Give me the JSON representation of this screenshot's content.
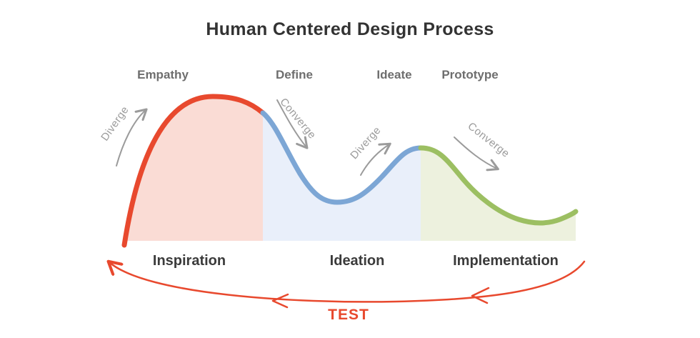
{
  "title": "Human Centered Design Process",
  "phases": [
    {
      "label": "Empathy"
    },
    {
      "label": "Define"
    },
    {
      "label": "Ideate"
    },
    {
      "label": "Prototype"
    }
  ],
  "stages": [
    {
      "label": "Inspiration"
    },
    {
      "label": "Ideation"
    },
    {
      "label": "Implementation"
    }
  ],
  "annotations": [
    {
      "label": "Diverge"
    },
    {
      "label": "Converge"
    },
    {
      "label": "Diverge"
    },
    {
      "label": "Converge"
    }
  ],
  "test_label": "TEST",
  "colors": {
    "inspiration_stroke": "#e8492e",
    "inspiration_fill": "#fadcd5",
    "ideation_stroke": "#7ca6d5",
    "ideation_fill": "#e9effa",
    "implementation_stroke": "#9cbf62",
    "implementation_fill": "#edf1de",
    "annotation_gray": "#9b9b9b",
    "title_color": "#333333",
    "stage_label_color": "#3b3b3b",
    "phase_label_color": "#6e6e6e",
    "test_color": "#e8492e"
  }
}
